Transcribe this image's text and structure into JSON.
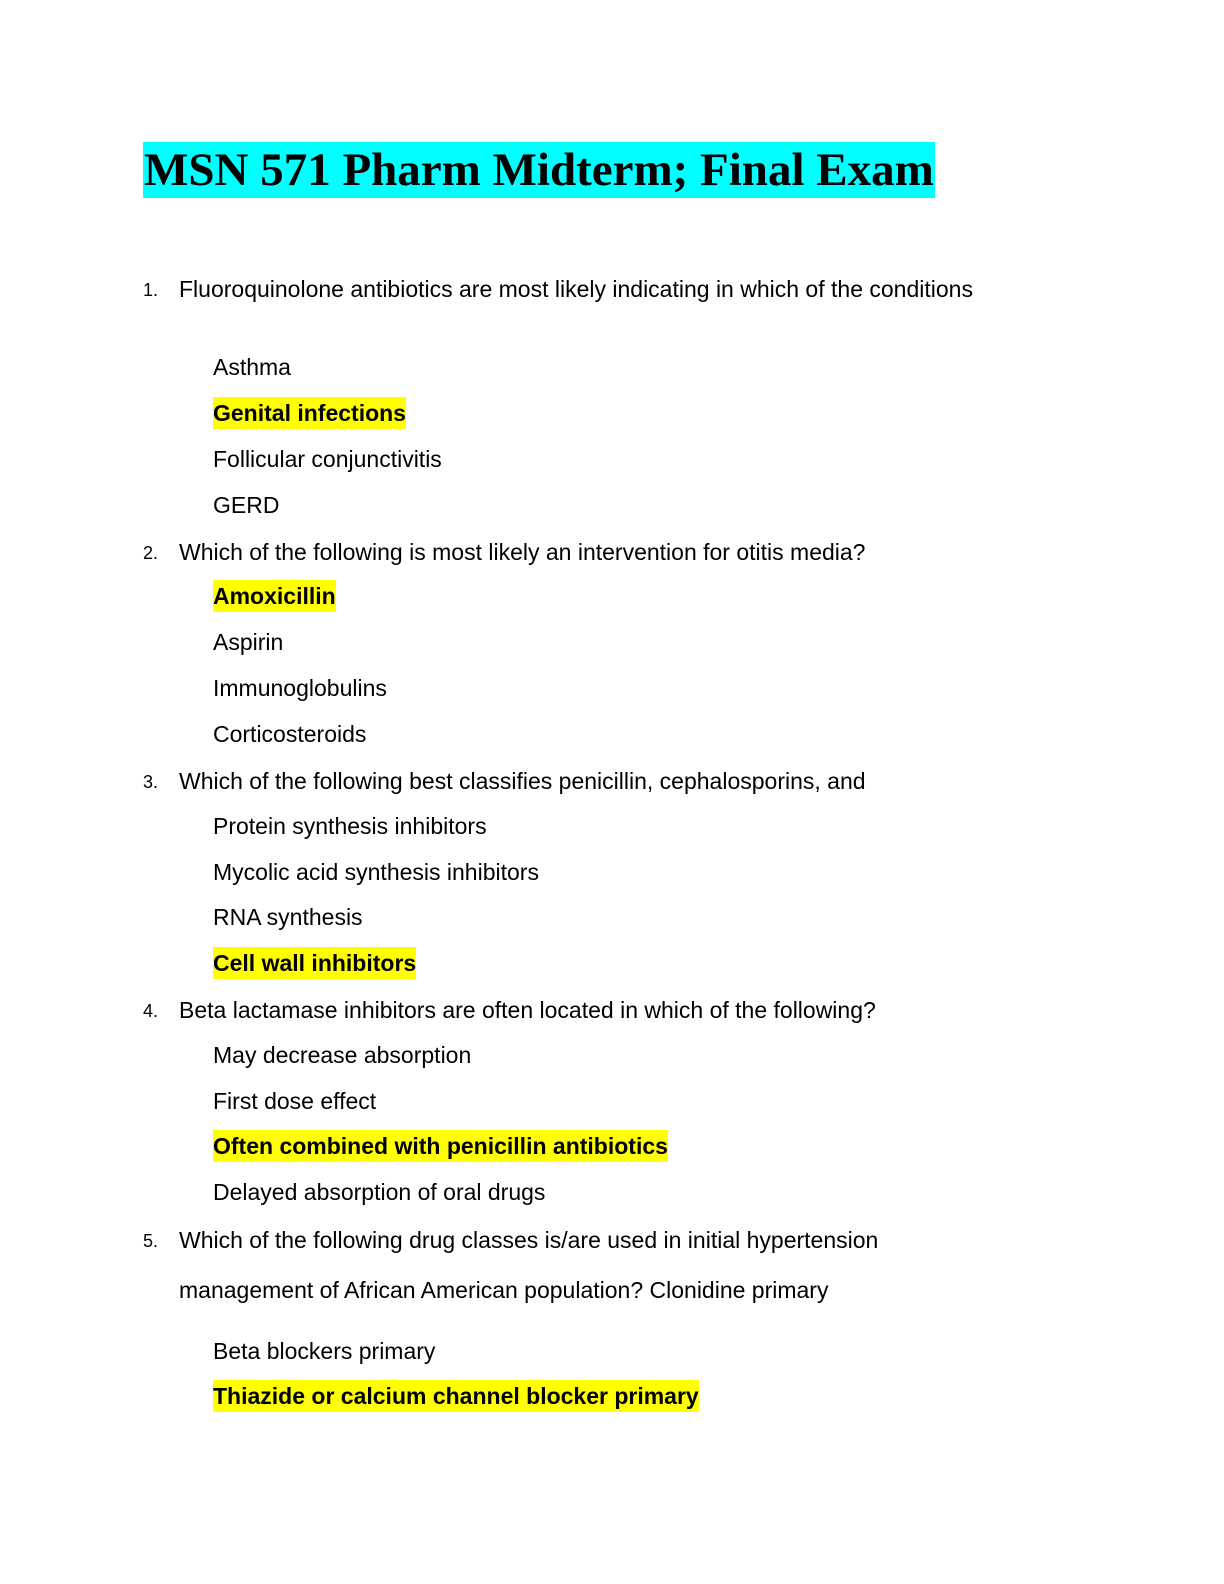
{
  "title": "MSN 571 Pharm Midterm; Final Exam",
  "questions": [
    {
      "num": "1.",
      "text": "Fluoroquinolone antibiotics are most likely indicating in which of the conditions",
      "options": [
        "Asthma",
        "Genital infections",
        "Follicular conjunctivitis",
        "GERD"
      ],
      "answer_index": 1
    },
    {
      "num": "2.",
      "text": "Which of the following is most likely an intervention for otitis media?",
      "options": [
        "Amoxicillin",
        "Aspirin",
        "Immunoglobulins",
        "Corticosteroids"
      ],
      "answer_index": 0
    },
    {
      "num": "3.",
      "text": "Which of the following best classifies penicillin, cephalosporins, and",
      "options": [
        "Protein synthesis inhibitors",
        "Mycolic acid synthesis inhibitors",
        "RNA synthesis",
        "Cell wall inhibitors"
      ],
      "answer_index": 3
    },
    {
      "num": "4.",
      "text": "Beta lactamase inhibitors are often located in which of the following?",
      "options": [
        "May decrease absorption",
        "First dose effect",
        "Often combined with penicillin antibiotics",
        "Delayed absorption of oral drugs"
      ],
      "answer_index": 2
    },
    {
      "num": "5.",
      "text": "Which of the following drug classes is/are used in initial hypertension",
      "text2": "management of African American population? Clonidine primary",
      "options": [
        "Beta blockers primary",
        "Thiazide or calcium channel blocker primary"
      ],
      "answer_index": 1
    }
  ]
}
